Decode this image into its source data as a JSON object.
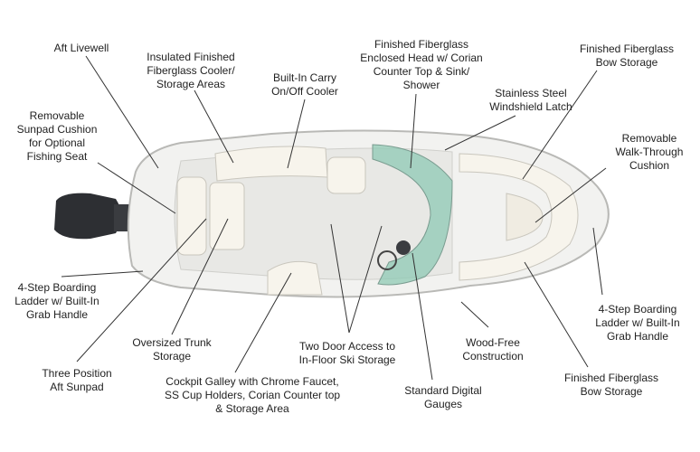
{
  "labels": {
    "aft_livewell": "Aft Livewell",
    "insulated_cooler": "Insulated Finished\nFiberglass Cooler/\nStorage Areas",
    "carry_cooler": "Built-In Carry\nOn/Off Cooler",
    "enclosed_head": "Finished Fiberglass\nEnclosed Head w/ Corian\nCounter Top & Sink/\nShower",
    "bow_storage_top": "Finished Fiberglass\nBow Storage",
    "windshield_latch": "Stainless Steel\nWindshield Latch",
    "sunpad_cushion": "Removable\nSunpad Cushion\nfor Optional\nFishing Seat",
    "walkthrough_cushion": "Removable\nWalk-Through\nCushion",
    "ladder_left": "4-Step Boarding\nLadder w/ Built-In\nGrab Handle",
    "ladder_right": "4-Step Boarding\nLadder w/ Built-In\nGrab Handle",
    "trunk_storage": "Oversized Trunk\nStorage",
    "ski_storage": "Two Door Access to\nIn-Floor Ski Storage",
    "wood_free": "Wood-Free\nConstruction",
    "aft_sunpad": "Three Position\nAft Sunpad",
    "cockpit_galley": "Cockpit Galley with Chrome Faucet,\nSS Cup Holders, Corian Counter top\n& Storage Area",
    "digital_gauges": "Standard Digital\nGauges",
    "bow_storage_bottom": "Finished Fiberglass\nBow Storage"
  },
  "colors": {
    "hull": "#f2f2f0",
    "hull_edge": "#b9b9b6",
    "deck": "#e8e8e5",
    "upholstery": "#f7f4ec",
    "windshield": "#8fc9b4",
    "motor": "#2d2f33"
  }
}
